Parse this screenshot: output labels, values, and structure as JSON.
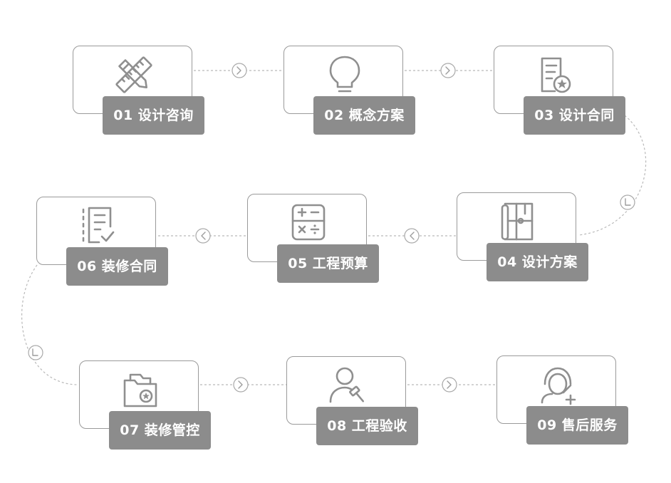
{
  "steps": [
    {
      "label": "01 设计咨询",
      "icon": "ruler-pencil-icon"
    },
    {
      "label": "02 概念方案",
      "icon": "lightbulb-icon"
    },
    {
      "label": "03 设计合同",
      "icon": "contract-star-icon"
    },
    {
      "label": "04 设计方案",
      "icon": "blueprint-map-icon"
    },
    {
      "label": "05 工程预算",
      "icon": "calculator-icon"
    },
    {
      "label": "06 装修合同",
      "icon": "checklist-document-icon"
    },
    {
      "label": "07 装修管控",
      "icon": "folder-star-icon"
    },
    {
      "label": "08 工程验收",
      "icon": "user-gavel-icon"
    },
    {
      "label": "09 售后服务",
      "icon": "headset-support-icon"
    }
  ],
  "colors": {
    "label_bg": "#8c8c8c",
    "border": "#9a9a9a",
    "icon": "#8f8f8f",
    "connector": "#b9b9b9"
  }
}
